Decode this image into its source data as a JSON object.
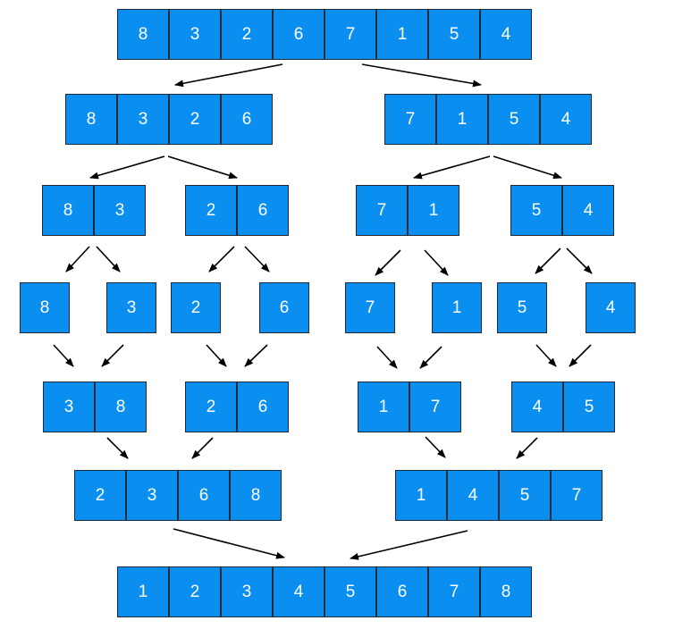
{
  "style": {
    "cell_fill": "#0a8ff0",
    "cell_border": "#1f2a36",
    "arrow_color": "#000000"
  },
  "rows": [
    {
      "groups": [
        {
          "values": [
            "8",
            "3",
            "2",
            "6",
            "7",
            "1",
            "5",
            "4"
          ]
        }
      ]
    },
    {
      "groups": [
        {
          "values": [
            "8",
            "3",
            "2",
            "6"
          ]
        },
        {
          "values": [
            "7",
            "1",
            "5",
            "4"
          ]
        }
      ]
    },
    {
      "groups": [
        {
          "values": [
            "8",
            "3"
          ]
        },
        {
          "values": [
            "2",
            "6"
          ]
        },
        {
          "values": [
            "7",
            "1"
          ]
        },
        {
          "values": [
            "5",
            "4"
          ]
        }
      ]
    },
    {
      "groups": [
        {
          "values": [
            "8"
          ]
        },
        {
          "values": [
            "3"
          ]
        },
        {
          "values": [
            "2"
          ]
        },
        {
          "values": [
            "6"
          ]
        },
        {
          "values": [
            "7"
          ]
        },
        {
          "values": [
            "1"
          ]
        },
        {
          "values": [
            "5"
          ]
        },
        {
          "values": [
            "4"
          ]
        }
      ]
    },
    {
      "groups": [
        {
          "values": [
            "3",
            "8"
          ]
        },
        {
          "values": [
            "2",
            "6"
          ]
        },
        {
          "values": [
            "1",
            "7"
          ]
        },
        {
          "values": [
            "4",
            "5"
          ]
        }
      ]
    },
    {
      "groups": [
        {
          "values": [
            "2",
            "3",
            "6",
            "8"
          ]
        },
        {
          "values": [
            "1",
            "4",
            "5",
            "7"
          ]
        }
      ]
    },
    {
      "groups": [
        {
          "values": [
            "1",
            "2",
            "3",
            "4",
            "5",
            "6",
            "7",
            "8"
          ]
        }
      ]
    }
  ]
}
